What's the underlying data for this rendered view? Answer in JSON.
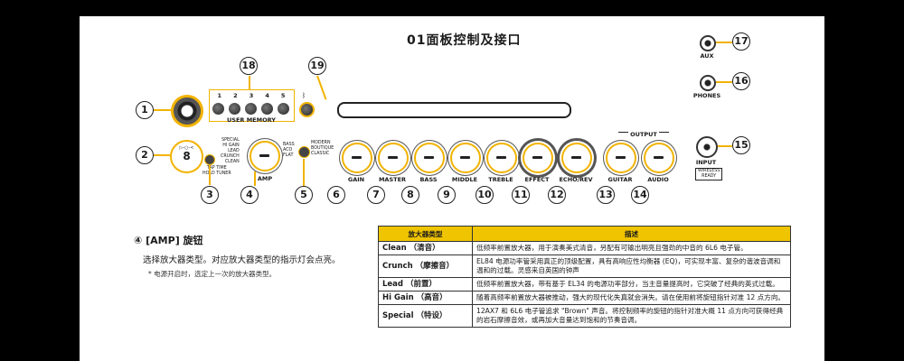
{
  "title": "01面板控制及接口",
  "callouts": [
    "1",
    "2",
    "3",
    "4",
    "5",
    "6",
    "7",
    "8",
    "9",
    "10",
    "11",
    "12",
    "13",
    "14",
    "15",
    "16",
    "17",
    "18",
    "19"
  ],
  "panel": {
    "memory_numbers": [
      "1",
      "2",
      "3",
      "4",
      "5"
    ],
    "user_memory": "USER MEMORY",
    "display_symbol": "▷-○-<",
    "display_digit": "8",
    "tap_time": "TAP TIME",
    "hold_tuner": "HOLD TUNER",
    "amp_types": [
      "SPECIAL",
      "HI GAIN",
      "LEAD",
      "CRUNCH",
      "CLEAN"
    ],
    "amp_label": "AMP",
    "eq_modes": [
      "BASS",
      "ACO",
      "FLAT"
    ],
    "tone_modes": [
      "MODERN",
      "BOUTIQUE",
      "CLASSIC"
    ],
    "knobs": [
      "GAIN",
      "MASTER",
      "BASS",
      "MIDDLE",
      "TREBLE",
      "EFFECT",
      "ECHO/REV",
      "GUITAR",
      "AUDIO"
    ],
    "output_label": "OUTPUT",
    "aux": "AUX",
    "phones": "PHONES",
    "input": "INPUT",
    "wireless": "WIRELESS",
    "ready": "READY"
  },
  "section": {
    "heading": "④ [AMP] 旋钮",
    "text": "选择放大器类型。对应放大器类型的指示灯会点亮。",
    "note": "* 电源开启时，选定上一次的放大器类型。"
  },
  "table": {
    "headers": [
      "放大器类型",
      "描述"
    ],
    "rows": [
      [
        "Clean （清音）",
        "低频率前置放大器，用于演奏美式清音，另配有可输出明亮且强劲的中音的 6L6 电子管。"
      ],
      [
        "Crunch （摩擦音）",
        "EL84 电源功率管采用真正的顶级配置，具有高响应性均衡器 (EQ)，可实现丰富、复杂的谐波音调和温和的过载。灵感来自英国的钟声"
      ],
      [
        "Lead （前置）",
        "低频率前置放大器，带有基于 EL34 的电源功率部分，当主音量提高时，它突破了经典的英式过载。"
      ],
      [
        "Hi Gain （高音）",
        "随着高频率前置放大器被推动，强大的现代化失真就会消失。请在使用前将旋钮指针对准 12 点方向。"
      ],
      [
        "Special （特设）",
        "12AX7 和 6L6 电子管追求 \"Brown\" 声音。将控制频率的旋钮的指针对准大概 11 点方向可获得经典的岩石摩擦音效，或再加大音量达到饱和的节奏音调。"
      ]
    ]
  },
  "colors": {
    "accent": "#f2b300",
    "header_bg": "#efc400",
    "border": "#333333"
  }
}
